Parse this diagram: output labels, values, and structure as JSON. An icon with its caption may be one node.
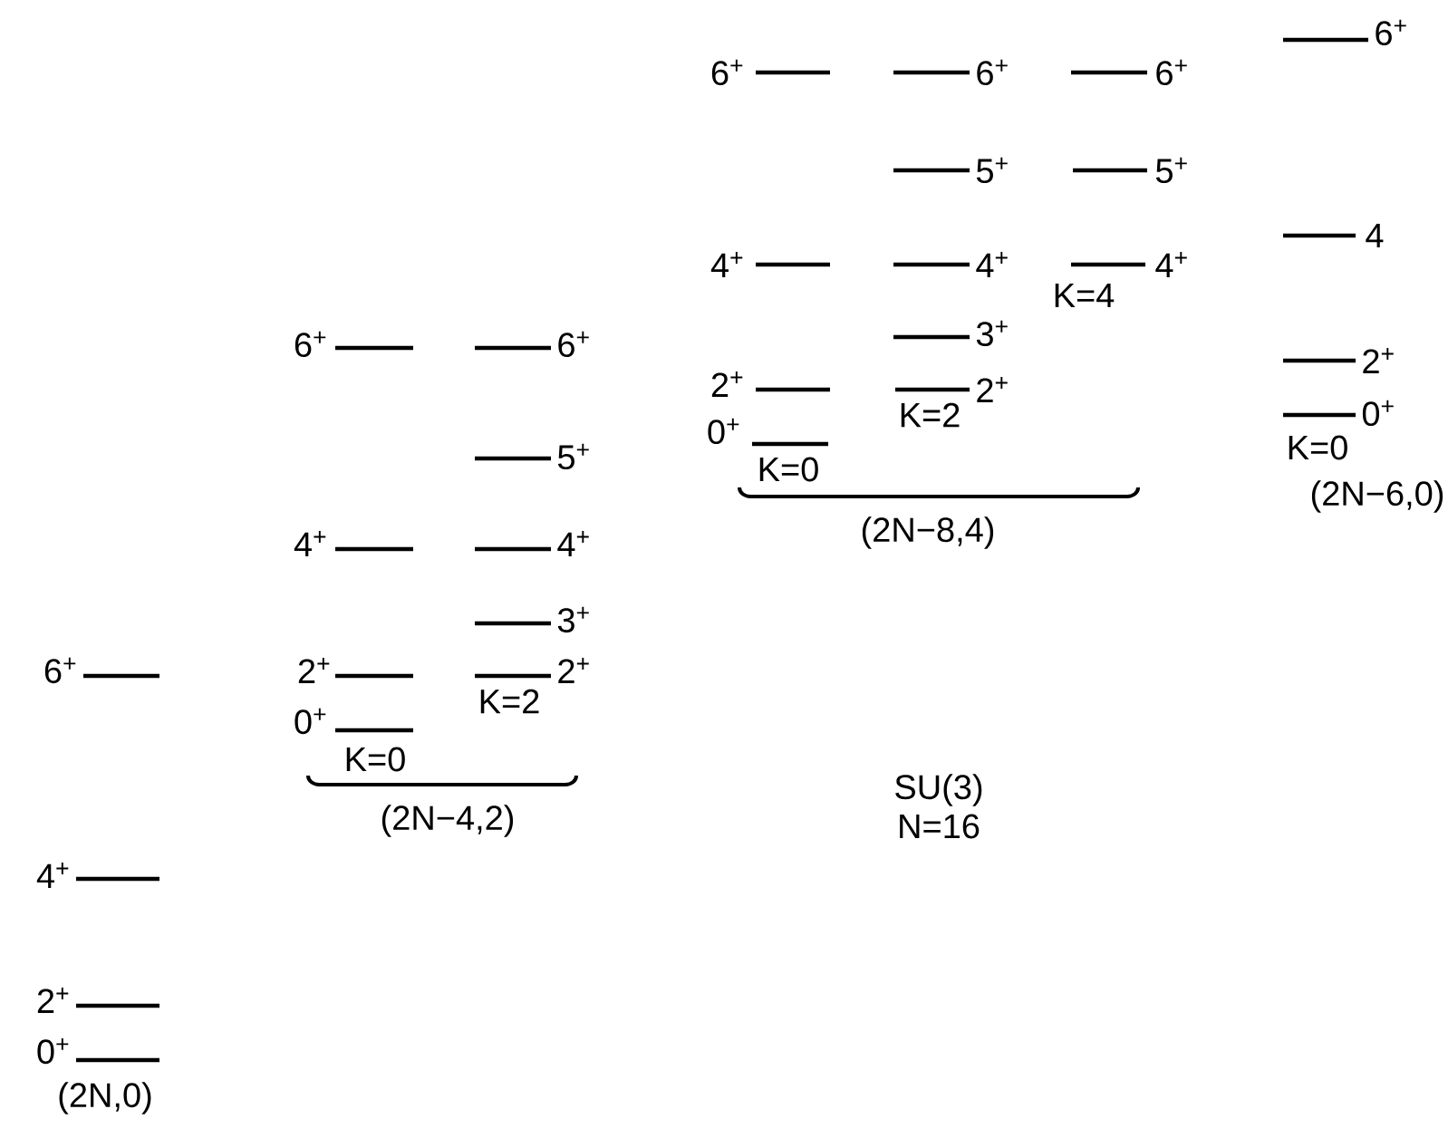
{
  "diagram": {
    "labels": [
      "6$^{+}$",
      "6$^{+}$",
      "6$^{+}$",
      "6$^{+}$",
      "5$^{+}$",
      "5$^{+}$",
      "4",
      "4$^{+}$",
      "4$^{+}$",
      "4$^{+}$",
      "K=4",
      "3$^{+}$",
      "2$^{+}$",
      "2$^{+}$",
      "2$^{+}$",
      "K=2",
      "0$^{+}$",
      "0$^{+}$",
      "K=0",
      "K=0",
      "(2N−6,0)",
      "(2N−8,4)",
      "6$^{+}$",
      "6$^{+}$",
      "5$^{+}$",
      "4$^{+}$",
      "4$^{+}$",
      "3$^{+}$",
      "6$^{+}$",
      "2$^{+}$",
      "2$^{+}$",
      "K=2",
      "0$^{+}$",
      "K=0",
      "(2N−4,2)",
      "SU(3)",
      "N=16",
      "4$^{+}$",
      "2$^{+}$",
      "0$^{+}$",
      "(2N,0)"
    ]
  }
}
